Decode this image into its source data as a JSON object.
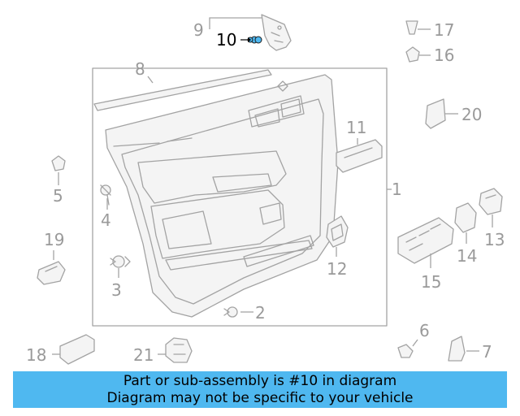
{
  "callouts": {
    "c1": "1",
    "c2": "2",
    "c3": "3",
    "c4": "4",
    "c5": "5",
    "c6": "6",
    "c7": "7",
    "c8": "8",
    "c9": "9",
    "c10": "10",
    "c11": "11",
    "c12": "12",
    "c13": "13",
    "c14": "14",
    "c15": "15",
    "c16": "16",
    "c17": "17",
    "c18": "18",
    "c19": "19",
    "c20": "20",
    "c21": "21"
  },
  "highlight_part": "10",
  "colors": {
    "banner": "#4fb8f0",
    "part_line": "#a3a3a3",
    "highlight": "#4fb8f0"
  },
  "banner": {
    "line1": "Part or sub-assembly is #10 in diagram",
    "line2": "Diagram may not be specific to your vehicle"
  }
}
